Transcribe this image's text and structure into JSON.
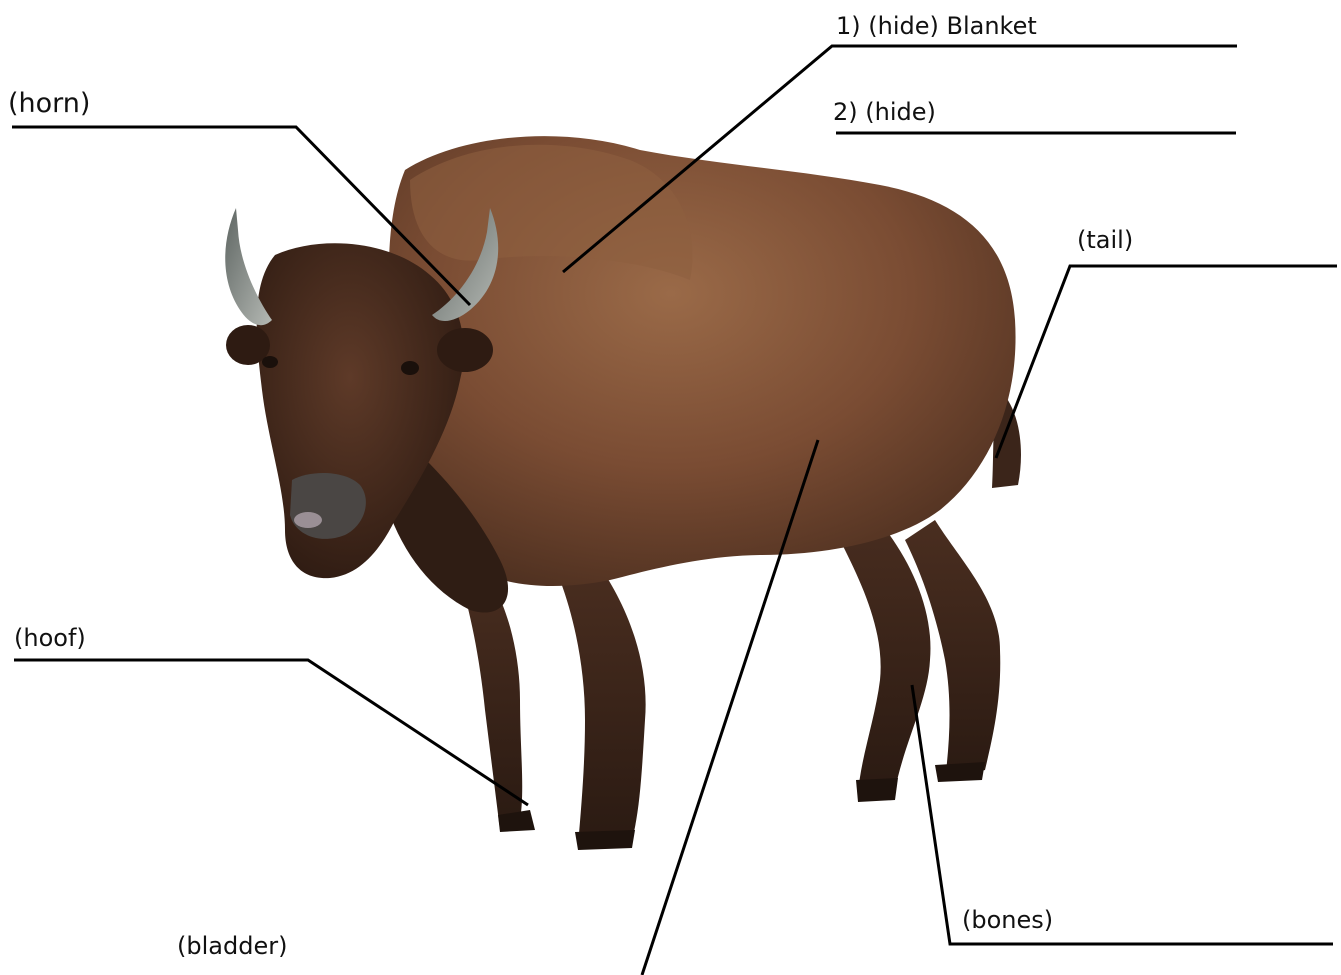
{
  "labels": {
    "hide_blanket": "1) (hide) Blanket",
    "hide_2": "2) (hide)",
    "horn": "(horn)",
    "tail": "(tail)",
    "hoof": "(hoof)",
    "bones": "(bones)",
    "bladder": "(bladder)"
  },
  "colors": {
    "fur_light": "#8a5a3b",
    "fur_mid": "#6e4530",
    "fur_dark": "#3a2418",
    "horn": "#9aa09c",
    "line": "#000000"
  }
}
